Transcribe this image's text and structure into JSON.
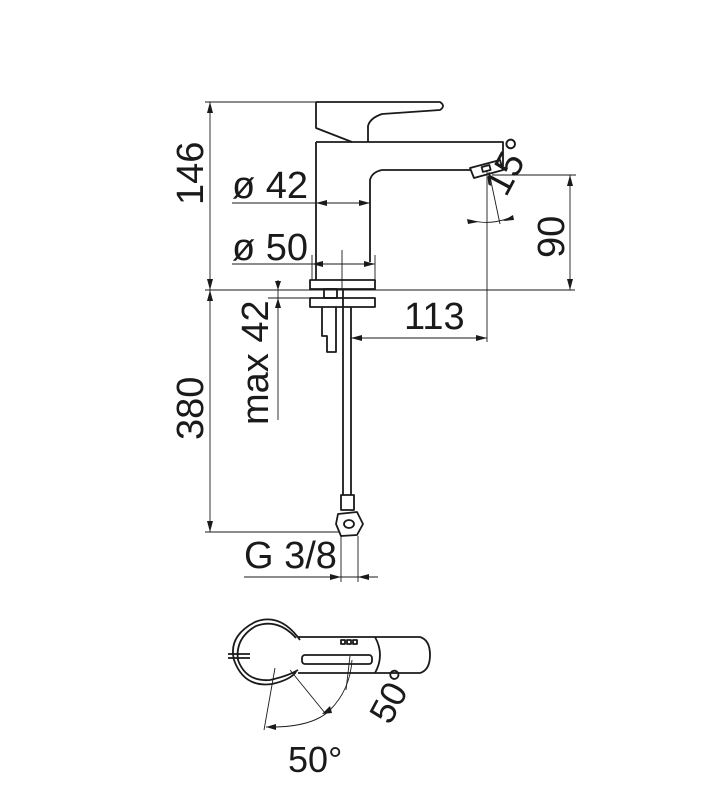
{
  "dimensions": {
    "total_height": "146",
    "body_diameter": "ø 42",
    "base_diameter": "ø 50",
    "spout_height": "90",
    "spout_angle": "15°",
    "spout_reach": "113",
    "hose_length": "380",
    "max_deck_thickness": "max 42",
    "connection": "G 3/8",
    "lever_angle_left": "50°",
    "lever_angle_right": "50°"
  }
}
